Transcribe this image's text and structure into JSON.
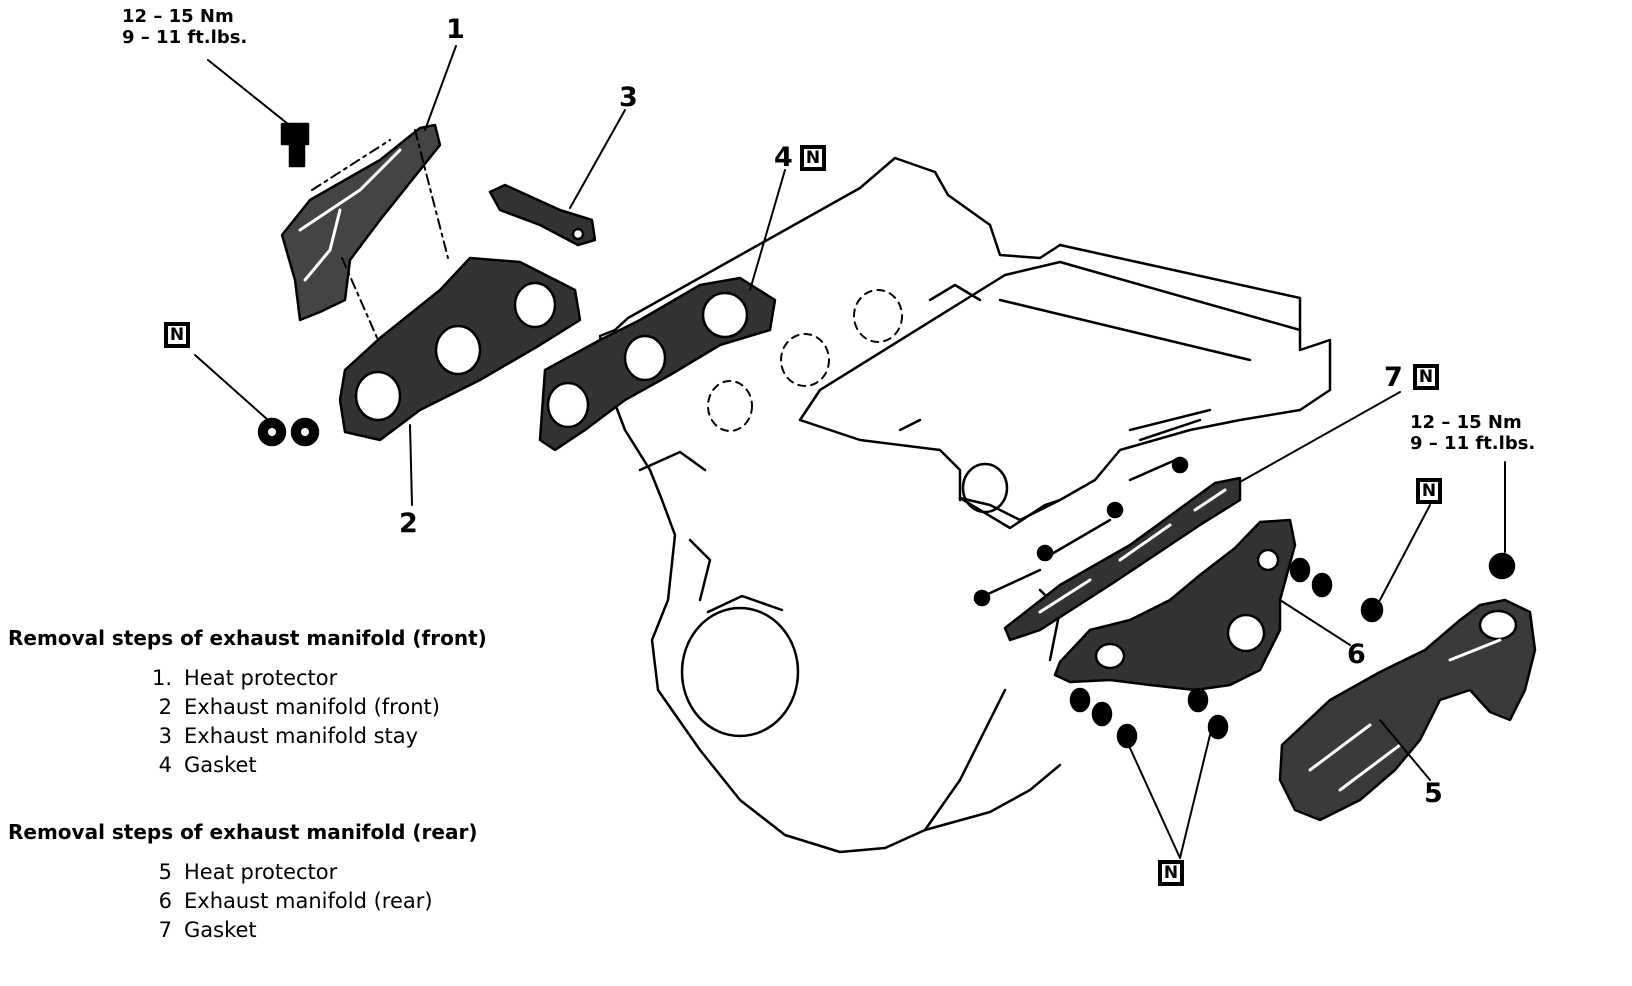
{
  "torque_top": {
    "nm": "12 – 15 Nm",
    "ftlbs": "9 – 11 ft.lbs."
  },
  "torque_right": {
    "nm": "12 – 15 Nm",
    "ftlbs": "9 – 11 ft.lbs."
  },
  "callouts": {
    "c1": "1",
    "c2": "2",
    "c3": "3",
    "c4": "4",
    "c5": "5",
    "c6": "6",
    "c7": "7"
  },
  "badge_letter": "N",
  "front": {
    "heading": "Removal steps of exhaust manifold (front)",
    "steps": [
      {
        "num": "1.",
        "label": "Heat protector"
      },
      {
        "num": "2",
        "label": "Exhaust manifold (front)"
      },
      {
        "num": "3",
        "label": "Exhaust manifold stay"
      },
      {
        "num": "4",
        "label": "Gasket"
      }
    ]
  },
  "rear": {
    "heading": "Removal steps of exhaust manifold (rear)",
    "steps": [
      {
        "num": "5",
        "label": "Heat protector"
      },
      {
        "num": "6",
        "label": "Exhaust manifold (rear)"
      },
      {
        "num": "7",
        "label": "Gasket"
      }
    ]
  },
  "colors": {
    "ink": "#000000",
    "paper": "#ffffff"
  }
}
